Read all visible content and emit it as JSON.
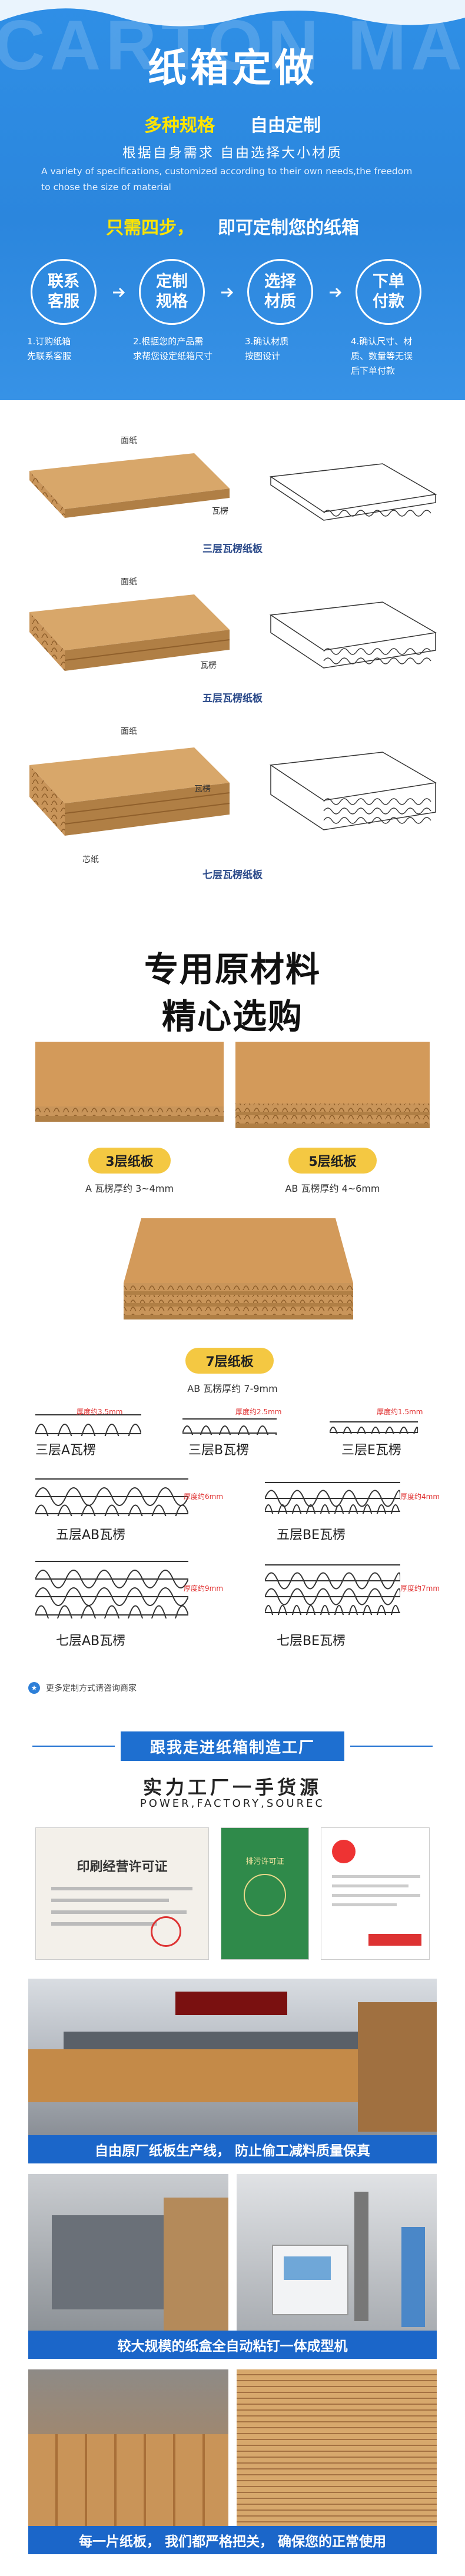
{
  "hero": {
    "watermark": "CARTON MADE",
    "title": "纸箱定做",
    "line1_a": "多种规格",
    "line1_b": "自由定制",
    "line2": "根据自身需求  自由选择大小材质",
    "english": "A variety of specifications, customized according to their own needs,the freedom to chose the size of material",
    "line3_a": "只需四步，",
    "line3_b": "即可定制您的纸箱",
    "steps": [
      {
        "circle": "联系\n客服",
        "desc": "1.订购纸箱\n先联系客服"
      },
      {
        "circle": "定制\n规格",
        "desc": "2.根据您的产品需\n求帮您设定纸箱尺寸"
      },
      {
        "circle": "选择\n材质",
        "desc": "3.确认材质\n按图设计"
      },
      {
        "circle": "下单\n付款",
        "desc": "4.确认尺寸、材\n质、数量等无误\n后下单付款"
      }
    ]
  },
  "boards": {
    "three": {
      "label_top": "面纸",
      "label_side": "瓦楞",
      "caption": "三层瓦楞纸板"
    },
    "five": {
      "label_top": "面纸",
      "label_side": "瓦楞",
      "caption": "五层瓦楞纸板"
    },
    "seven": {
      "label_top": "面纸",
      "label_side": "瓦楞",
      "label_core": "芯纸",
      "caption": "七层瓦楞纸板"
    }
  },
  "materials": {
    "title1": "专用原材料",
    "title2": "精心选购",
    "p3": "3层纸板",
    "p3_sub": "A 瓦楞厚约 3~4mm",
    "p5": "5层纸板",
    "p5_sub": "AB 瓦楞厚约 4~6mm",
    "p7": "7层纸板",
    "p7_sub": "AB 瓦楞厚约 7-9mm",
    "flutes": [
      {
        "name": "三层A瓦楞",
        "thick": "厚度约3.5mm"
      },
      {
        "name": "三层B瓦楞",
        "thick": "厚度约2.5mm"
      },
      {
        "name": "三层E瓦楞",
        "thick": "厚度约1.5mm"
      },
      {
        "name": "五层AB瓦楞",
        "thick": "厚度约6mm"
      },
      {
        "name": "五层BE瓦楞",
        "thick": "厚度约4mm"
      },
      {
        "name": "七层AB瓦楞",
        "thick": "厚度约9mm"
      },
      {
        "name": "七层BE瓦楞",
        "thick": "厚度约7mm"
      }
    ],
    "note": "更多定制方式请咨询商家"
  },
  "factory": {
    "banner": "跟我走进纸箱制造工厂",
    "title": "实力工厂一手货源",
    "subtitle": "POWER,FACTORY,SOUREC",
    "cert1_title": "印刷经营许可证",
    "cert2_title": "排污许可证",
    "strip1": "自由原厂纸板生产线， 防止偷工减料质量保真",
    "strip2": "较大规模的纸盒全自动粘钉一体成型机",
    "strip3": "每一片纸板， 我们都严格把关， 确保您的正常使用"
  },
  "colors": {
    "brand_blue": "#2b86dd",
    "accent_yellow": "#ffe400",
    "pill": "#f4c842",
    "kraft": "#c9955a"
  }
}
